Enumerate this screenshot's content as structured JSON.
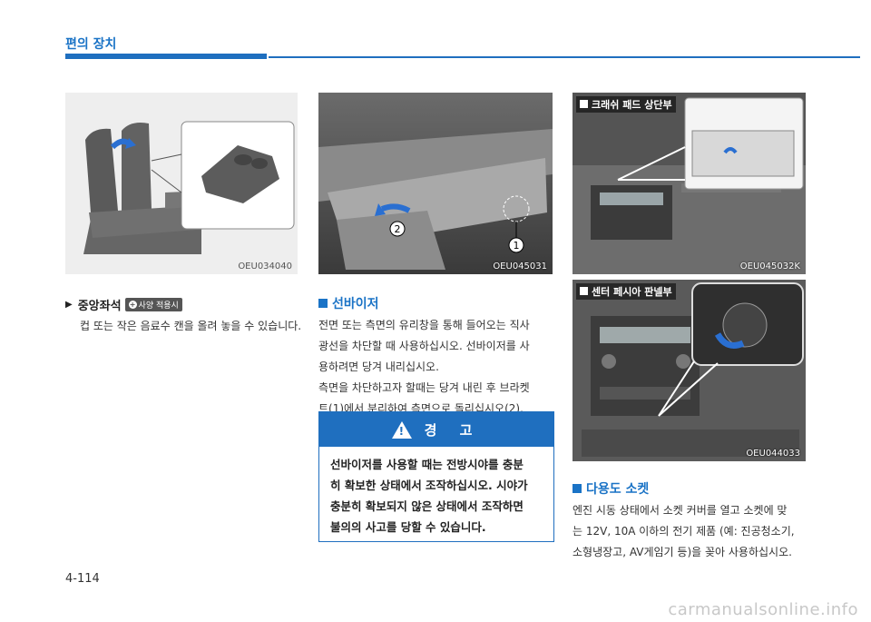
{
  "header": {
    "section_title": "편의 장치",
    "accent_color": "#1f6fbf"
  },
  "figures": {
    "seat": {
      "code": "OEU034040"
    },
    "visor": {
      "code": "OEU045031",
      "callout_1": "1",
      "callout_2": "2"
    },
    "crash_pad": {
      "label": "크래쉬 패드 상단부",
      "code": "OEU045032K"
    },
    "center_fascia": {
      "label": "센터 페시아 판넬부",
      "code": "OEU044033"
    }
  },
  "center_seat": {
    "heading": "중앙좌석",
    "badge": "사양 적용시",
    "body": "컵 또는 작은 음료수 캔을 올려 놓을 수 있습니다."
  },
  "sun_visor": {
    "heading": "선바이저",
    "lines": [
      "전면 또는 측면의 유리창을 통해 들어오는 직사",
      "광선을 차단할 때 사용하십시오. 선바이저를 사",
      "용하려면 당겨 내리십시오.",
      "측면을 차단하고자 할때는 당겨 내린 후 브라켓",
      "트(1)에서 분리하여 측면으로 돌리십시오(2)."
    ]
  },
  "warning": {
    "title": "경 고",
    "lines": [
      "선바이저를 사용할 때는 전방시야를 충분",
      "히 확보한 상태에서 조작하십시오. 시야가",
      "충분히 확보되지 않은 상태에서 조작하면",
      "불의의 사고를 당할 수 있습니다."
    ]
  },
  "socket": {
    "heading": "다용도 소켓",
    "lines": [
      "엔진 시동 상태에서 소켓 커버를 열고 소켓에 맞",
      "는 12V, 10A 이하의 전기 제품 (예: 진공청소기,",
      "소형냉장고, AV게임기 등)을 꽂아 사용하십시오."
    ]
  },
  "page_number": "4-114",
  "watermark": "carmanualsonline.info"
}
